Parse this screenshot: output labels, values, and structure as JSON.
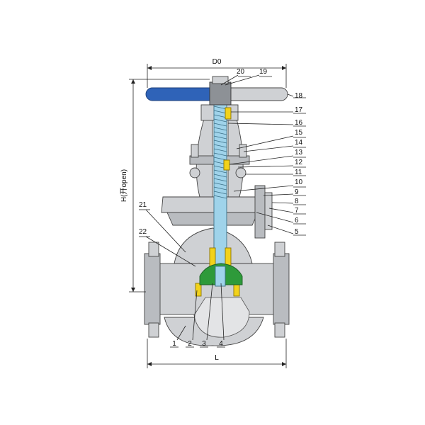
{
  "dimensions": {
    "top": "D0",
    "side": "H(开open)",
    "bottom": "L"
  },
  "callouts": {
    "right": [
      "20",
      "19",
      "18",
      "17",
      "16",
      "15",
      "14",
      "13",
      "12",
      "11",
      "10",
      "9",
      "8",
      "7",
      "6",
      "5"
    ],
    "left": [
      "21",
      "22"
    ],
    "bottom": [
      "1",
      "2",
      "3",
      "4"
    ]
  },
  "colors": {
    "handwheel": "#2f63b8",
    "stem": "#9fd3ea",
    "disc": "#2e9a3a",
    "packing": "#f2d21b",
    "body": "#cfd1d4"
  }
}
